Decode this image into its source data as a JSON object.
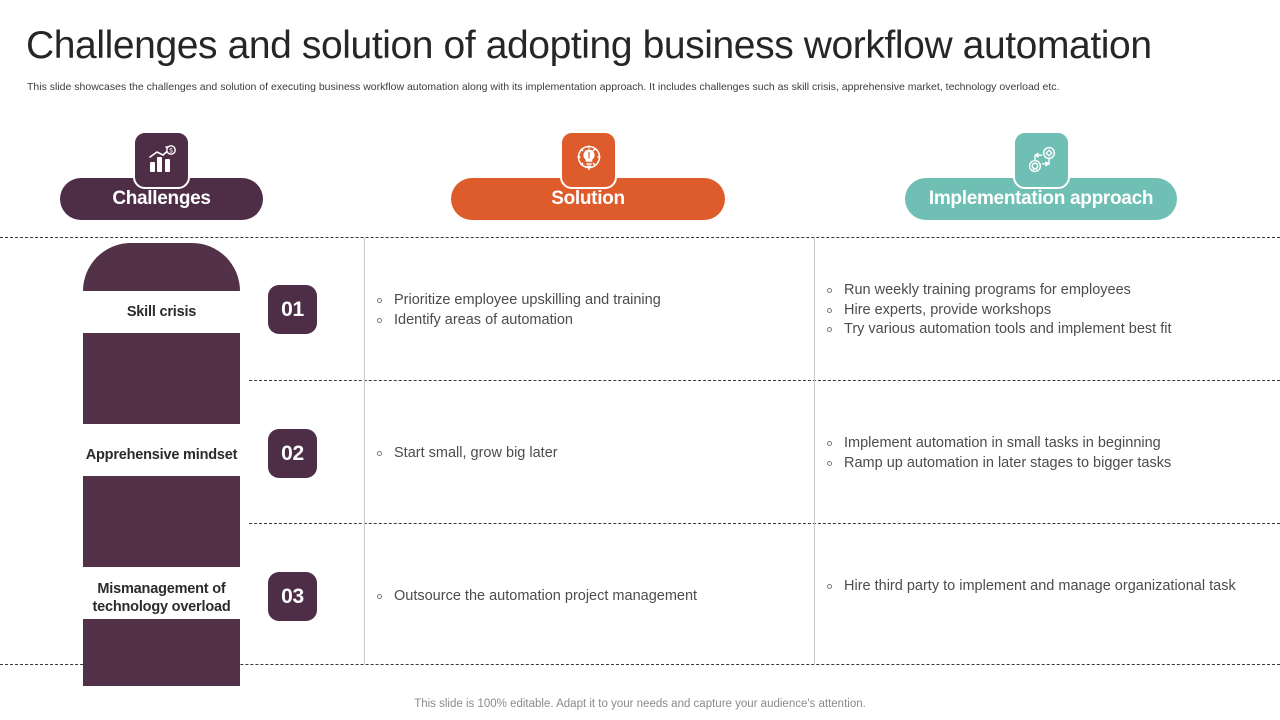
{
  "slide": {
    "title": "Challenges and solution of adopting business workflow automation",
    "subtitle": "This slide showcases the challenges and solution of executing business workflow automation along with its implementation approach. It includes challenges such as skill crisis, apprehensive market, technology overload etc.",
    "footer_note": "This slide is 100% editable. Adapt it to your needs and capture your audience's attention."
  },
  "colors": {
    "purple": "#4E2D47",
    "pillar_purple": "#533249",
    "orange": "#DE5B2B",
    "teal": "#6FBFB4",
    "body_text": "#4C4C4C",
    "title_text": "#262626",
    "footer_text": "#8A8A8A"
  },
  "columns": [
    {
      "id": "challenges",
      "label": "Challenges",
      "icon": "growth-chart-icon",
      "color": "#4E2D47"
    },
    {
      "id": "solution",
      "label": "Solution",
      "icon": "lightbulb-gear-icon",
      "color": "#DE5B2B"
    },
    {
      "id": "implementation",
      "label": "Implementation approach",
      "icon": "workflow-cycle-icon",
      "color": "#6FBFB4"
    }
  ],
  "rows": [
    {
      "number": "01",
      "challenge": "Skill crisis",
      "solution": [
        "Prioritize employee upskilling and training",
        "Identify  areas of automation"
      ],
      "implementation": [
        "Run  weekly training programs for employees",
        "Hire experts, provide workshops",
        "Try various automation tools and implement  best fit"
      ]
    },
    {
      "number": "02",
      "challenge": "Apprehensive mindset",
      "solution": [
        "Start small, grow big later"
      ],
      "implementation": [
        "Implement  automation in small tasks in beginning",
        "Ramp up automation in later stages to bigger tasks"
      ]
    },
    {
      "number": "03",
      "challenge": "Mismanagement of technology overload",
      "solution": [
        "Outsource the automation project management"
      ],
      "implementation": [
        "Hire third party to implement and manage organizational task"
      ]
    }
  ]
}
